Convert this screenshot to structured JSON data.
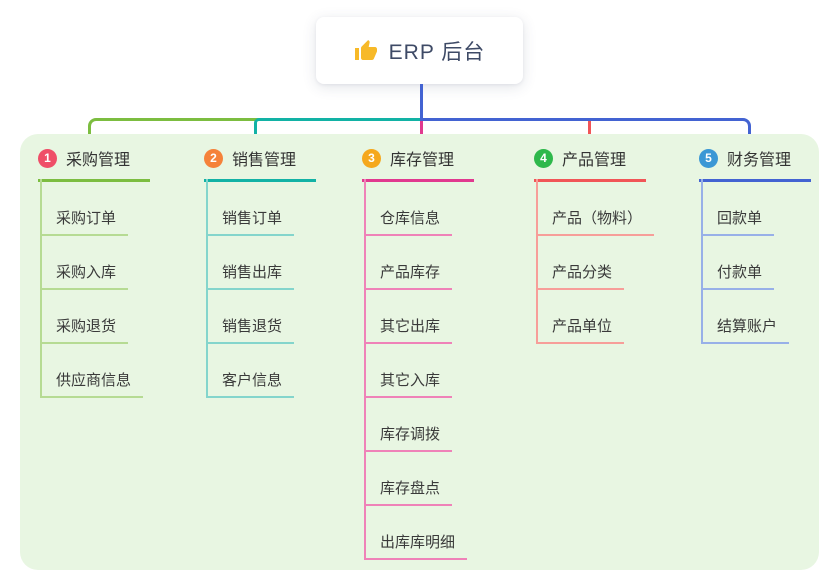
{
  "root": {
    "label": "ERP 后台",
    "icon": "thumbs-up-icon",
    "icon_color": "#f7b928"
  },
  "theme": {
    "panel_bg": "#e8f6e2",
    "root_line_color": "#4363d2",
    "text_color": "#333333",
    "root_text_color": "#3e4a66"
  },
  "branches": [
    {
      "badge": "1",
      "label": "采购管理",
      "line_color": "#7cbd40",
      "light_color": "#b6db93",
      "badge_color": "#ef4e68",
      "children": [
        "采购订单",
        "采购入库",
        "采购退货",
        "供应商信息"
      ]
    },
    {
      "badge": "2",
      "label": "销售管理",
      "line_color": "#12b2a5",
      "light_color": "#84d5cc",
      "badge_color": "#f5823a",
      "children": [
        "销售订单",
        "销售出库",
        "销售退货",
        "客户信息"
      ]
    },
    {
      "badge": "3",
      "label": "库存管理",
      "line_color": "#e1398f",
      "light_color": "#ef82b8",
      "badge_color": "#f5a81d",
      "children": [
        "仓库信息",
        "产品库存",
        "其它出库",
        "其它入库",
        "库存调拨",
        "库存盘点",
        "出库库明细"
      ]
    },
    {
      "badge": "4",
      "label": "产品管理",
      "line_color": "#f15557",
      "light_color": "#f79e99",
      "badge_color": "#2eb84b",
      "children": [
        "产品（物料）",
        "产品分类",
        "产品单位"
      ]
    },
    {
      "badge": "5",
      "label": "财务管理",
      "line_color": "#4363d2",
      "light_color": "#98b0e8",
      "badge_color": "#3b97d5",
      "children": [
        "回款单",
        "付款单",
        "结算账户"
      ]
    }
  ]
}
